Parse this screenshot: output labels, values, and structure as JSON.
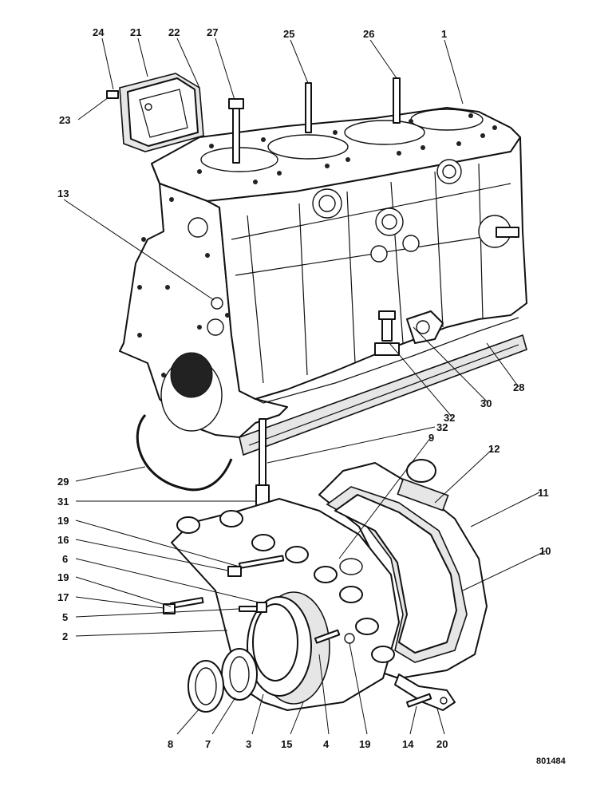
{
  "reference_number": "801484",
  "parts": [
    {
      "id": "p24",
      "label": "24"
    },
    {
      "id": "p21",
      "label": "21"
    },
    {
      "id": "p22",
      "label": "22"
    },
    {
      "id": "p27",
      "label": "27"
    },
    {
      "id": "p25",
      "label": "25"
    },
    {
      "id": "p26",
      "label": "26"
    },
    {
      "id": "p1",
      "label": "1"
    },
    {
      "id": "p23",
      "label": "23"
    },
    {
      "id": "p13",
      "label": "13"
    },
    {
      "id": "p28",
      "label": "28"
    },
    {
      "id": "p30",
      "label": "30"
    },
    {
      "id": "p32a",
      "label": "32"
    },
    {
      "id": "p32b",
      "label": "32"
    },
    {
      "id": "p9",
      "label": "9"
    },
    {
      "id": "p12",
      "label": "12"
    },
    {
      "id": "p29",
      "label": "29"
    },
    {
      "id": "p31",
      "label": "31"
    },
    {
      "id": "p11",
      "label": "11"
    },
    {
      "id": "p19a",
      "label": "19"
    },
    {
      "id": "p16",
      "label": "16"
    },
    {
      "id": "p10",
      "label": "10"
    },
    {
      "id": "p6",
      "label": "6"
    },
    {
      "id": "p19b",
      "label": "19"
    },
    {
      "id": "p17",
      "label": "17"
    },
    {
      "id": "p5",
      "label": "5"
    },
    {
      "id": "p2",
      "label": "2"
    },
    {
      "id": "p8",
      "label": "8"
    },
    {
      "id": "p7",
      "label": "7"
    },
    {
      "id": "p3",
      "label": "3"
    },
    {
      "id": "p15",
      "label": "15"
    },
    {
      "id": "p4",
      "label": "4"
    },
    {
      "id": "p19c",
      "label": "19"
    },
    {
      "id": "p14",
      "label": "14"
    },
    {
      "id": "p20",
      "label": "20"
    }
  ]
}
